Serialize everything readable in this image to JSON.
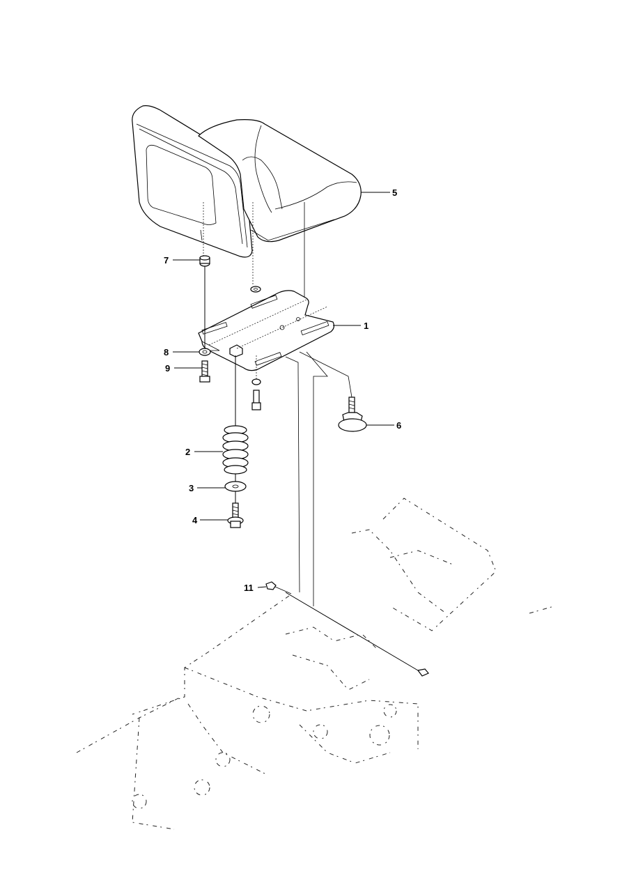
{
  "callouts": [
    {
      "id": "1",
      "label": "1"
    },
    {
      "id": "2",
      "label": "2"
    },
    {
      "id": "3",
      "label": "3"
    },
    {
      "id": "4",
      "label": "4"
    },
    {
      "id": "5",
      "label": "5"
    },
    {
      "id": "6",
      "label": "6"
    },
    {
      "id": "7",
      "label": "7"
    },
    {
      "id": "8",
      "label": "8"
    },
    {
      "id": "9",
      "label": "9"
    },
    {
      "id": "11",
      "label": "11"
    }
  ]
}
